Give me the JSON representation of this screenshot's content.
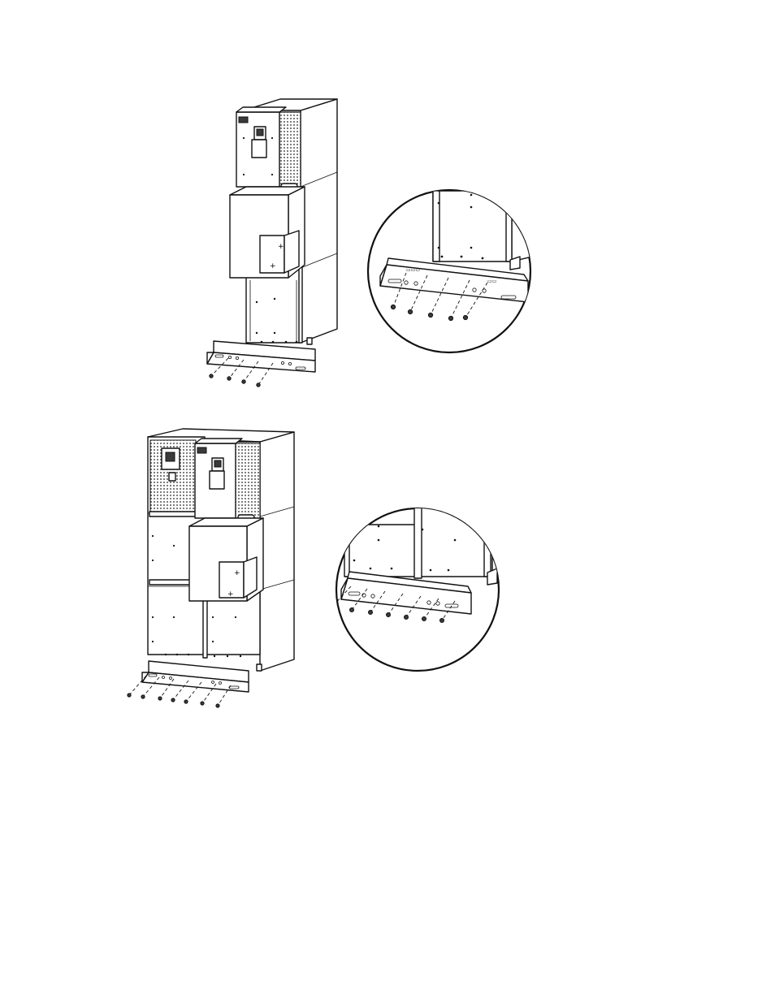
{
  "figure": {
    "upper_illustration": "single-cabinet-with-front-bracket",
    "lower_illustration": "double-cabinet-with-front-bracket",
    "colors": {
      "line": "#111111",
      "panel": "#ffffff",
      "shade": "#e9e9e9",
      "vent": "#3a3a3a"
    },
    "upper_screw_count": 4,
    "upper_detail_screw_count": 5,
    "lower_screw_count": 7,
    "lower_detail_screw_count": 7
  }
}
